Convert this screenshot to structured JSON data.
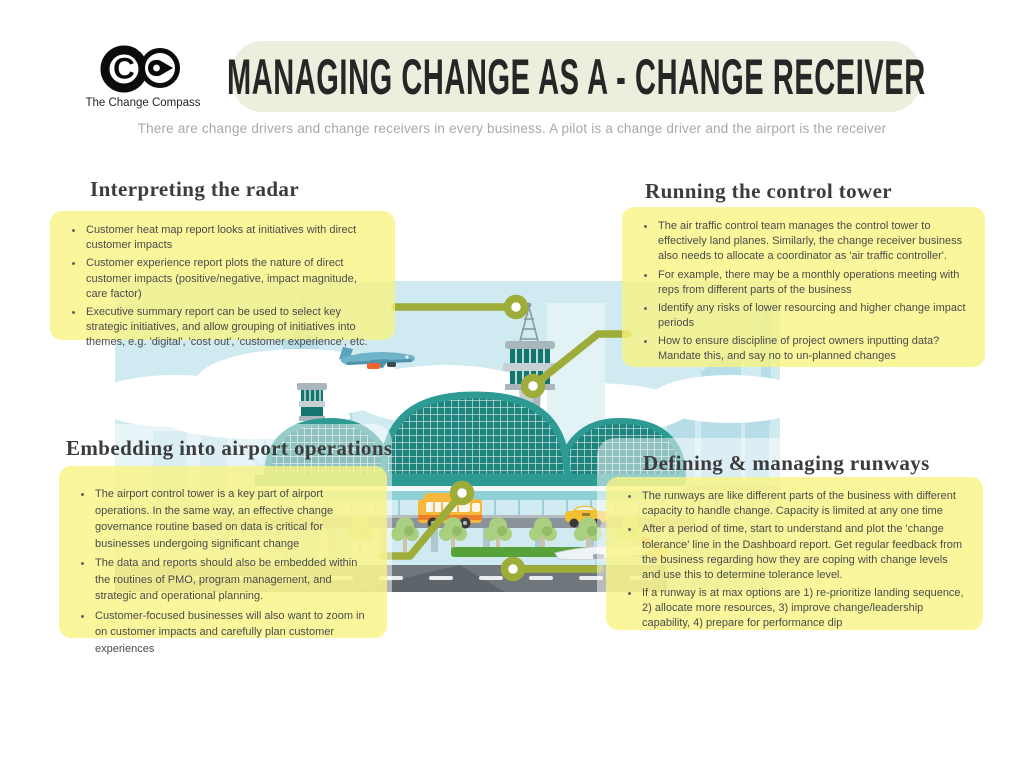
{
  "logo": {
    "caption": "The Change Compass"
  },
  "header": {
    "title": "MANAGING CHANGE AS A - CHANGE RECEIVER",
    "subtitle": "There are change drivers and change receivers in every business.  A pilot is a change driver and the airport is the receiver"
  },
  "sections": [
    {
      "id": "interpreting-radar",
      "heading": "Interpreting the radar",
      "bullets": [
        "Customer heat map report looks at initiatives with direct customer impacts",
        "Customer experience report plots the nature of direct customer impacts (positive/negative, impact magnitude, care factor)",
        "Executive summary report can be used to select key strategic initiatives, and allow grouping of initiatives into themes, e.g. 'digital', 'cost out', 'customer experience', etc."
      ]
    },
    {
      "id": "running-control-tower",
      "heading": "Running the control tower",
      "bullets": [
        "The air traffic control team manages the control tower to effectively land planes.  Similarly, the change receiver business also needs to allocate a coordinator as 'air traffic controller'.",
        "For example, there may be a monthly operations meeting with reps from different parts of the business",
        "Identify any risks of lower resourcing and higher change impact periods",
        "How to ensure discipline of project owners inputting data?  Mandate this, and say no to un-planned changes"
      ]
    },
    {
      "id": "embedding-operations",
      "heading": "Embedding into airport operations",
      "bullets": [
        "The airport control tower is a key part of airport operations. In the same way, an effective change governance routine based on data is critical for businesses undergoing significant change",
        "The data and reports should also be embedded within the routines of PMO, program management, and strategic and operational planning.",
        "Customer-focused businesses will also want to zoom in on customer impacts and carefully plan customer experiences"
      ]
    },
    {
      "id": "defining-runways",
      "heading": "Defining & managing runways",
      "bullets": [
        "The runways are like different parts of the business with different capacity to handle change.  Capacity is limited at any one time",
        "After a period of time, start to understand and plot the 'change tolerance' line in the Dashboard report.  Get regular feedback from the business regarding how they are coping with change levels and use this to determine tolerance level.",
        "If a runway is at max options are 1) re-prioritize landing sequence, 2) allocate more resources, 3) improve change/leadership capability, 4) prepare for performance dip"
      ]
    }
  ],
  "colors": {
    "banner_bg": "#ecefdd",
    "note_box_bg": "#f8f282",
    "connector_olive": "#9ead39",
    "illustration_sky": "#cfeaf0",
    "terminal_teal": "#2d9b93",
    "heading_text": "#3c3c3c",
    "body_text": "#4b4b4b",
    "subtitle_text": "#a4aba5"
  }
}
